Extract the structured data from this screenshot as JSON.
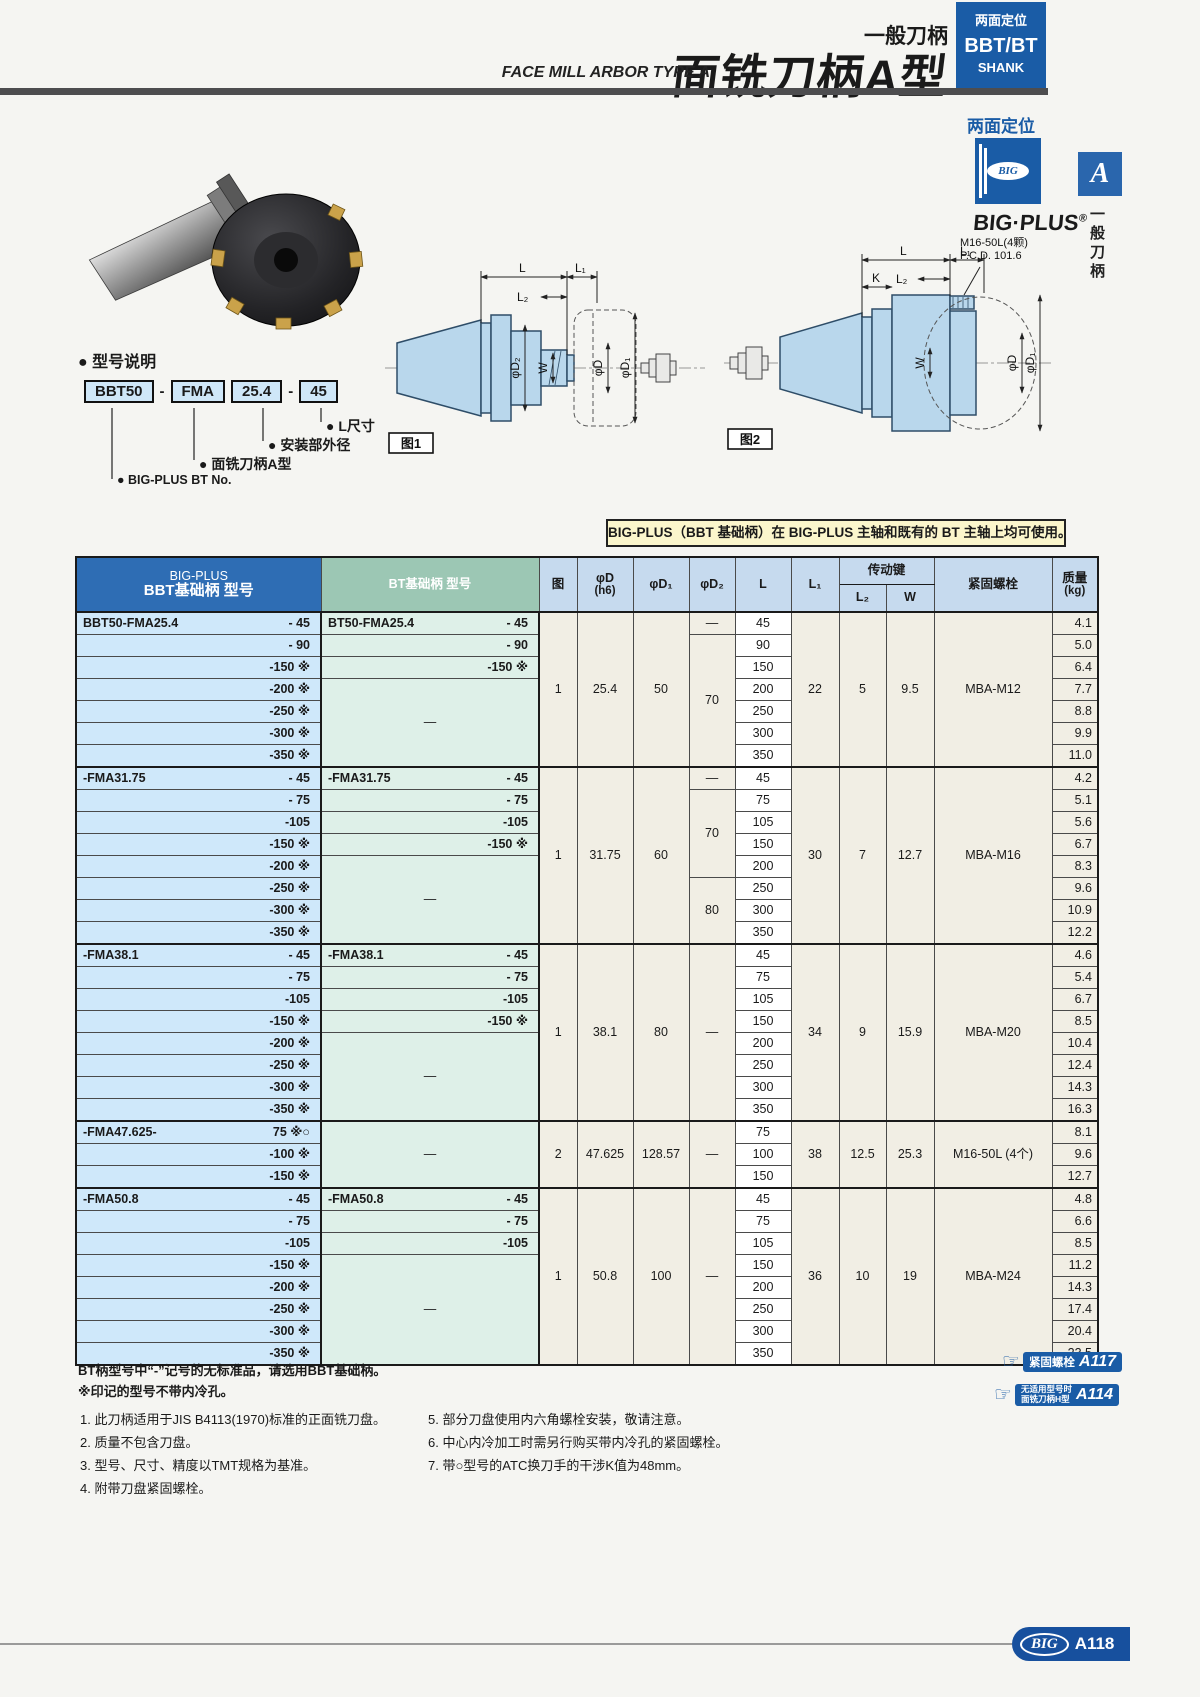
{
  "header": {
    "subtitle_en": "FACE MILL ARBOR TYPE A",
    "category": "一般刀柄",
    "title": "面铣刀柄A型",
    "shank_box": {
      "top": "两面定位",
      "main": "BBT/BT",
      "sub": "SHANK"
    }
  },
  "side_tab": {
    "letter": "A",
    "label": "一般刀柄"
  },
  "bigplus": {
    "top": "两面定位",
    "logo": "BIG",
    "brand": "BIG·PLUS",
    "reg": "®"
  },
  "legend": {
    "heading": "● 型号说明",
    "boxes": [
      "BBT50",
      "FMA",
      "25.4",
      "45"
    ],
    "dash": "-",
    "callouts": [
      "● L尺寸",
      "● 安装部外径",
      "● 面铣刀柄A型",
      "● BIG-PLUS BT No."
    ]
  },
  "figures": {
    "fig1": {
      "label": "图1",
      "dims": {
        "l": "L",
        "l1": "L₁",
        "l2": "L₂",
        "d2": "φD₂",
        "w": "W",
        "d": "φD",
        "d1": "φD₁"
      }
    },
    "fig2": {
      "label": "图2",
      "dims": {
        "l": "L",
        "l1": "L₁",
        "l2": "L₂",
        "k": "K",
        "w": "W",
        "d": "φD",
        "d1": "φD₁"
      },
      "annotation1": "M16-50L(4颗)",
      "annotation2": "P.C.D. 101.6"
    }
  },
  "notice": "BIG-PLUS（BBT 基础柄）在 BIG-PLUS 主轴和既有的 BT 主轴上均可使用。",
  "table": {
    "header": {
      "bigplus": "BIG-PLUS",
      "bbt": "BBT基础柄 型号",
      "bt": "BT基础柄 型号",
      "fig": "图",
      "d": "φD",
      "d_sub": "(h6)",
      "d1": "φD₁",
      "d2": "φD₂",
      "l": "L",
      "l1": "L₁",
      "key": "传动键",
      "l2": "L₂",
      "w": "W",
      "bolt": "紧固螺栓",
      "kg": "质量",
      "kg_sub": "(kg)"
    },
    "blocks": [
      {
        "fig": "1",
        "d": "25.4",
        "d1": "50",
        "l1": "22",
        "l2": "5",
        "w": "9.5",
        "bolt": "MBA-M12",
        "bt_rows": 3,
        "bt_merged": "—",
        "d2_groups": [
          {
            "span": 1,
            "value": "—"
          },
          {
            "span": 6,
            "value": "70"
          }
        ],
        "rows": [
          {
            "bbt_pre": "BBT50-FMA25.4",
            "bbt_suf": "- 45",
            "bt_pre": "BT50-FMA25.4",
            "bt_suf": "- 45",
            "l": "45",
            "kg": "4.1"
          },
          {
            "bbt_suf": "- 90",
            "bt_suf": "- 90",
            "l": "90",
            "kg": "5.0"
          },
          {
            "bbt_suf": "-150 ※",
            "bt_suf": "-150 ※",
            "l": "150",
            "kg": "6.4"
          },
          {
            "bbt_suf": "-200 ※",
            "l": "200",
            "kg": "7.7"
          },
          {
            "bbt_suf": "-250 ※",
            "l": "250",
            "kg": "8.8"
          },
          {
            "bbt_suf": "-300 ※",
            "l": "300",
            "kg": "9.9"
          },
          {
            "bbt_suf": "-350 ※",
            "l": "350",
            "kg": "11.0"
          }
        ]
      },
      {
        "fig": "1",
        "d": "31.75",
        "d1": "60",
        "l1": "30",
        "l2": "7",
        "w": "12.7",
        "bolt": "MBA-M16",
        "bt_rows": 4,
        "bt_merged": "—",
        "d2_groups": [
          {
            "span": 1,
            "value": "—"
          },
          {
            "span": 4,
            "value": "70"
          },
          {
            "span": 3,
            "value": "80"
          }
        ],
        "rows": [
          {
            "bbt_pre": "-FMA31.75",
            "bbt_suf": "- 45",
            "bt_pre": "-FMA31.75",
            "bt_suf": "- 45",
            "l": "45",
            "kg": "4.2"
          },
          {
            "bbt_suf": "- 75",
            "bt_suf": "- 75",
            "l": "75",
            "kg": "5.1"
          },
          {
            "bbt_suf": "-105",
            "bt_suf": "-105",
            "l": "105",
            "kg": "5.6"
          },
          {
            "bbt_suf": "-150 ※",
            "bt_suf": "-150 ※",
            "l": "150",
            "kg": "6.7"
          },
          {
            "bbt_suf": "-200 ※",
            "l": "200",
            "kg": "8.3"
          },
          {
            "bbt_suf": "-250 ※",
            "l": "250",
            "kg": "9.6"
          },
          {
            "bbt_suf": "-300 ※",
            "l": "300",
            "kg": "10.9"
          },
          {
            "bbt_suf": "-350 ※",
            "l": "350",
            "kg": "12.2"
          }
        ]
      },
      {
        "fig": "1",
        "d": "38.1",
        "d1": "80",
        "l1": "34",
        "l2": "9",
        "w": "15.9",
        "bolt": "MBA-M20",
        "bt_rows": 4,
        "bt_merged": "—",
        "d2_groups": [
          {
            "span": 8,
            "value": "—"
          }
        ],
        "rows": [
          {
            "bbt_pre": "-FMA38.1",
            "bbt_suf": "- 45",
            "bt_pre": "-FMA38.1",
            "bt_suf": "- 45",
            "l": "45",
            "kg": "4.6"
          },
          {
            "bbt_suf": "- 75",
            "bt_suf": "- 75",
            "l": "75",
            "kg": "5.4"
          },
          {
            "bbt_suf": "-105",
            "bt_suf": "-105",
            "l": "105",
            "kg": "6.7"
          },
          {
            "bbt_suf": "-150 ※",
            "bt_suf": "-150 ※",
            "l": "150",
            "kg": "8.5"
          },
          {
            "bbt_suf": "-200 ※",
            "l": "200",
            "kg": "10.4"
          },
          {
            "bbt_suf": "-250 ※",
            "l": "250",
            "kg": "12.4"
          },
          {
            "bbt_suf": "-300 ※",
            "l": "300",
            "kg": "14.3"
          },
          {
            "bbt_suf": "-350 ※",
            "l": "350",
            "kg": "16.3"
          }
        ]
      },
      {
        "fig": "2",
        "d": "47.625",
        "d1": "128.57",
        "l1": "38",
        "l2": "12.5",
        "w": "25.3",
        "bolt": "M16-50L (4个)",
        "bt_rows": 0,
        "bt_merged": "—",
        "d2_groups": [
          {
            "span": 3,
            "value": "—"
          }
        ],
        "rows": [
          {
            "bbt_pre": "-FMA47.625-",
            "bbt_suf": "75 ※○",
            "l": "75",
            "kg": "8.1"
          },
          {
            "bbt_suf": "-100 ※",
            "l": "100",
            "kg": "9.6"
          },
          {
            "bbt_suf": "-150 ※",
            "l": "150",
            "kg": "12.7"
          }
        ]
      },
      {
        "fig": "1",
        "d": "50.8",
        "d1": "100",
        "l1": "36",
        "l2": "10",
        "w": "19",
        "bolt": "MBA-M24",
        "bt_rows": 3,
        "bt_merged": "—",
        "d2_groups": [
          {
            "span": 8,
            "value": "—"
          }
        ],
        "rows": [
          {
            "bbt_pre": "-FMA50.8",
            "bbt_suf": "- 45",
            "bt_pre": "-FMA50.8",
            "bt_suf": "- 45",
            "l": "45",
            "kg": "4.8"
          },
          {
            "bbt_suf": "- 75",
            "bt_suf": "- 75",
            "l": "75",
            "kg": "6.6"
          },
          {
            "bbt_suf": "-105",
            "bt_suf": "-105",
            "l": "105",
            "kg": "8.5"
          },
          {
            "bbt_suf": "-150 ※",
            "l": "150",
            "kg": "11.2"
          },
          {
            "bbt_suf": "-200 ※",
            "l": "200",
            "kg": "14.3"
          },
          {
            "bbt_suf": "-250 ※",
            "l": "250",
            "kg": "17.4"
          },
          {
            "bbt_suf": "-300 ※",
            "l": "300",
            "kg": "20.4"
          },
          {
            "bbt_suf": "-350 ※",
            "l": "350",
            "kg": "23.5"
          }
        ]
      }
    ]
  },
  "footnotes": {
    "pre1": "BT柄型号中“-”记号的无标准品，请选用BBT基础柄。",
    "pre2": "※印记的型号不带内冷孔。",
    "left": [
      "1. 此刀柄适用于JIS B4113(1970)标准的正面铣刀盘。",
      "2. 质量不包含刀盘。",
      "3. 型号、尺寸、精度以TMT规格为基准。",
      "4. 附带刀盘紧固螺栓。"
    ],
    "right": [
      "5. 部分刀盘使用内六角螺栓安装，敬请注意。",
      "6. 中心内冷加工时需另行购买带内冷孔的紧固螺栓。",
      "7. 带○型号的ATC换刀手的干涉K值为48mm。"
    ]
  },
  "links": {
    "a117": {
      "label": "紧固螺栓",
      "page": "A117",
      "hand": "☞"
    },
    "a114": {
      "label1": "无适用型号时",
      "label2": "面铣刀柄H型",
      "page": "A114",
      "hand": "☞"
    }
  },
  "page_footer": {
    "brand": "BIG",
    "page": "A118"
  }
}
